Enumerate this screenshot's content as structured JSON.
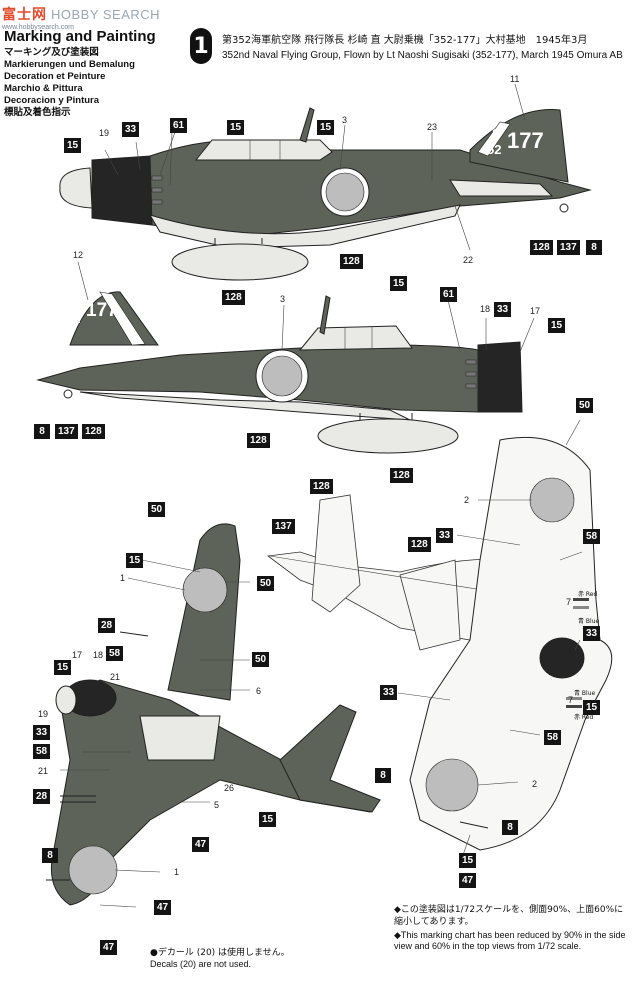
{
  "watermark": {
    "site_cn": "富士网",
    "site_en": "HOBBY SEARCH",
    "url": "www.hobbysearch.com"
  },
  "header": {
    "title": "Marking and Painting",
    "subtitles": [
      "マーキング及び塗装図",
      "Markierungen und Bemalung",
      "Decoration et Peinture",
      "Marchio & Pittura",
      "Decoracion y Pintura",
      "標貼及着色指示"
    ],
    "badge": "1",
    "caption_jp": "第352海軍航空隊 飛行隊長 杉崎 直 大尉乗機「352-177」大村基地　1945年3月",
    "caption_en": "352nd Naval Flying Group, Flown by Lt Naoshi Sugisaki (352-177), March 1945 Omura AB"
  },
  "tail_code_top": "3",
  "tail_code_bottom": "52",
  "tail_number": "177",
  "callouts_side1": {
    "a": "15",
    "b": "15",
    "c": "33",
    "d": "61",
    "e": "15",
    "f": "128",
    "g": "128",
    "h": "137",
    "i": "8",
    "j": "128"
  },
  "refs_side1": {
    "a": "19",
    "b": "3",
    "c": "23",
    "d": "11",
    "e": "22"
  },
  "callouts_side2": {
    "a": "15",
    "b": "61",
    "c": "33",
    "d": "15",
    "e": "8",
    "f": "137",
    "g": "128",
    "h": "128",
    "i": "128"
  },
  "refs_side2": {
    "a": "12",
    "b": "3",
    "c": "18",
    "d": "17"
  },
  "callouts_bottom": {
    "a": "50",
    "b": "15",
    "c": "50",
    "d": "28",
    "e": "58",
    "f": "50",
    "g": "15",
    "h": "33",
    "i": "58",
    "j": "28",
    "k": "47",
    "l": "8",
    "m": "47",
    "n": "47",
    "o": "15",
    "p": "8"
  },
  "refs_bottom": {
    "a": "1",
    "b": "17",
    "c": "18",
    "d": "21",
    "e": "6",
    "f": "19",
    "g": "21",
    "h": "26",
    "i": "5",
    "j": "1"
  },
  "callouts_top": {
    "a": "128",
    "b": "137",
    "c": "128",
    "d": "50",
    "e": "33",
    "f": "58",
    "g": "33",
    "h": "33",
    "i": "15",
    "j": "58",
    "k": "8",
    "l": "15",
    "m": "47"
  },
  "refs_top": {
    "a": "2",
    "b": "7",
    "c": "7",
    "d": "2"
  },
  "color_notes": {
    "red_top": "赤 Red",
    "blue_top": "青 Blue",
    "blue_bot": "青 Blue",
    "red_bot": "赤 Red"
  },
  "colors": {
    "dark_green": "#5d6358",
    "light_grey": "#e9eae6",
    "roundel_red": "#bdbdbd",
    "cowl": "#252525"
  },
  "notes": {
    "scale_jp": "◆この塗装図は1/72スケールを、側面90%、上面60%に縮小してあります。",
    "scale_en": "◆This marking chart has been reduced by 90% in the side view and 60% in the top views from 1/72 scale.",
    "decal_jp": "●デカール (20) は使用しません。",
    "decal_en": "Decals (20) are not used."
  }
}
